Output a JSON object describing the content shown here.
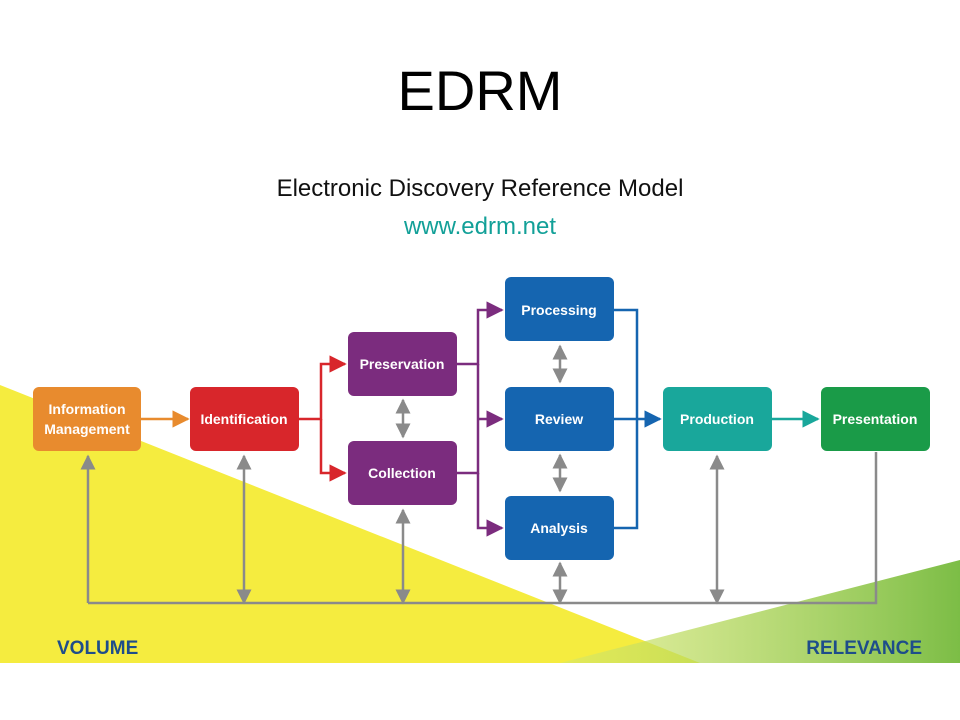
{
  "header": {
    "title": "EDRM",
    "subtitle": "Electronic Discovery Reference Model",
    "url": "www.edrm.net"
  },
  "stages": {
    "information_management": {
      "lines": [
        "Information",
        "Management"
      ],
      "color": "#e88b2e"
    },
    "identification": {
      "lines": [
        "Identification"
      ],
      "color": "#d8262b"
    },
    "preservation": {
      "lines": [
        "Preservation"
      ],
      "color": "#7b2c7e"
    },
    "collection": {
      "lines": [
        "Collection"
      ],
      "color": "#7b2c7e"
    },
    "processing": {
      "lines": [
        "Processing"
      ],
      "color": "#1565b0"
    },
    "review": {
      "lines": [
        "Review"
      ],
      "color": "#1565b0"
    },
    "analysis": {
      "lines": [
        "Analysis"
      ],
      "color": "#1565b0"
    },
    "production": {
      "lines": [
        "Production"
      ],
      "color": "#19a79b"
    },
    "presentation": {
      "lines": [
        "Presentation"
      ],
      "color": "#1a9b48"
    }
  },
  "axis": {
    "volume_label": "VOLUME",
    "relevance_label": "RELEVANCE",
    "volume_color": "#f4ea2a",
    "relevance_color": "#8cc151"
  }
}
